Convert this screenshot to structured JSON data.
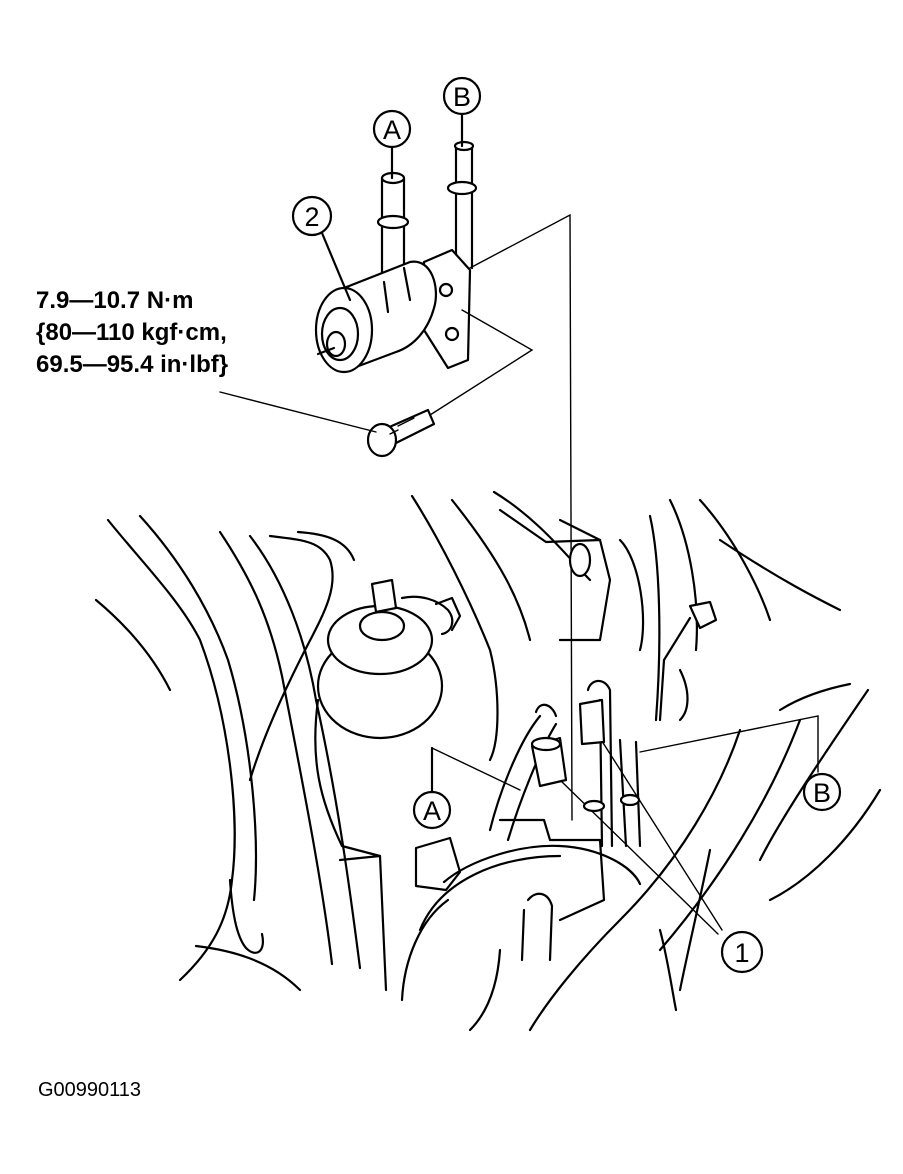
{
  "diagram": {
    "callouts": {
      "a_top": "A",
      "b_top": "B",
      "part_2": "2",
      "a_bottom": "A",
      "b_bottom": "B",
      "part_1": "1"
    },
    "torque_spec": {
      "line1": "7.9—10.7 N·m",
      "line2": "{80—110 kgf·cm,",
      "line3": "69.5—95.4 in·lbf}"
    },
    "figure_code": "G00990113"
  }
}
